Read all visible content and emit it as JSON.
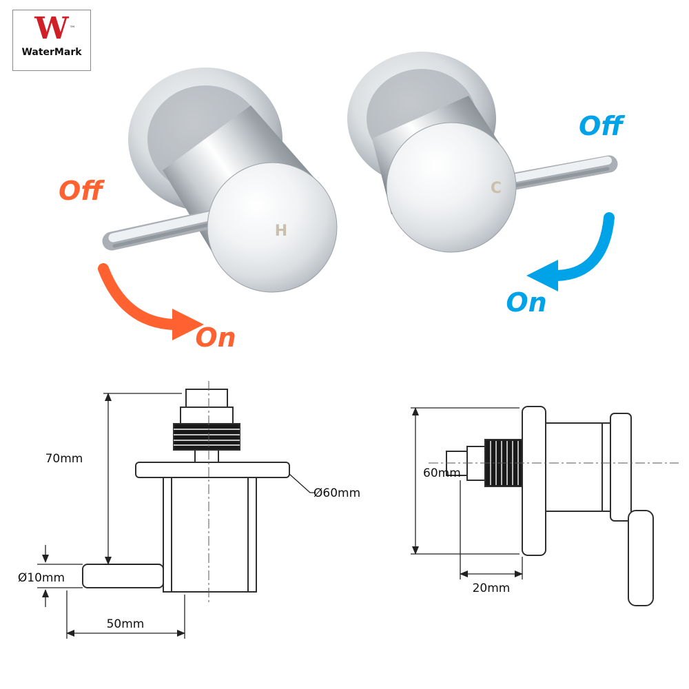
{
  "certification": {
    "letter": "W",
    "trademark": "™",
    "label": "WaterMark"
  },
  "hot_valve": {
    "cap_letter": "H",
    "off_label": "Off",
    "on_label": "On",
    "accent": "#ff6230"
  },
  "cold_valve": {
    "cap_letter": "C",
    "off_label": "Off",
    "on_label": "On",
    "accent": "#00a3e8"
  },
  "front_view_diagram": {
    "height": "70mm",
    "flange_diameter": "Ø60mm",
    "handle_diameter": "Ø10mm",
    "handle_length": "50mm"
  },
  "side_view_diagram": {
    "height": "60mm",
    "depth": "20mm"
  }
}
